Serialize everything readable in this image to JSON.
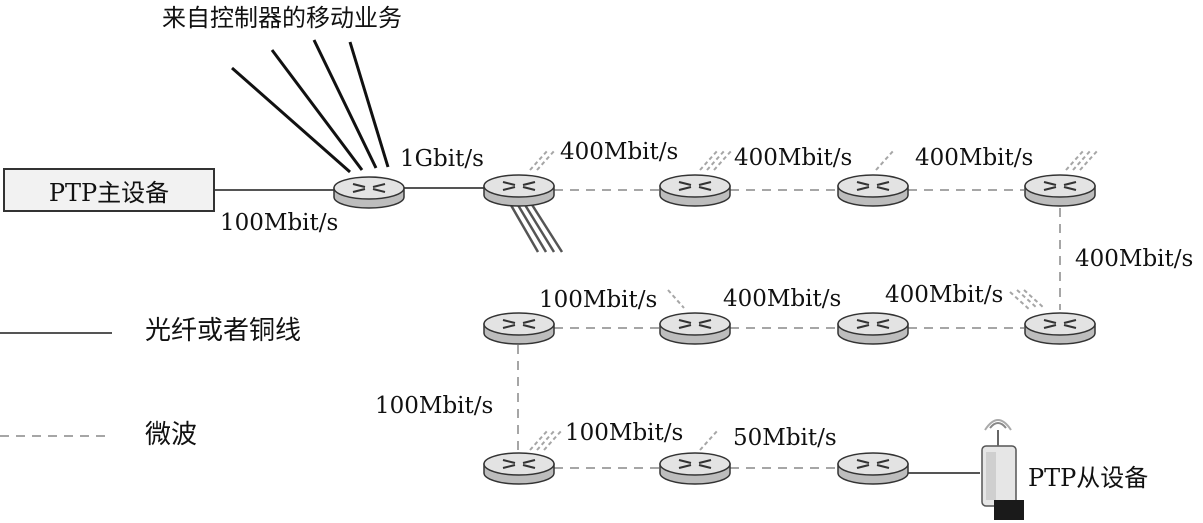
{
  "diagram": {
    "header_label": "来自控制器的移动业务",
    "master_device": "PTP主设备",
    "slave_device": "PTP从设备",
    "links": {
      "l_100_master": "100Mbit/s",
      "l_1g": "1Gbit/s",
      "l_400_a": "400Mbit/s",
      "l_400_b": "400Mbit/s",
      "l_400_c": "400Mbit/s",
      "l_400_vert": "400Mbit/s",
      "l_100_row2": "100Mbit/s",
      "l_400_row2a": "400Mbit/s",
      "l_400_row2b": "400Mbit/s",
      "l_100_vert": "100Mbit/s",
      "l_100_row3": "100Mbit/s",
      "l_50_row3": "50Mbit/s"
    },
    "legend": {
      "solid_label": "光纤或者铜线",
      "dashed_label": "微波"
    },
    "colors": {
      "router_fill": "#bdbdbd",
      "router_top": "#e3e3e3",
      "solid_line": "#555555",
      "dashed_line": "#a6a6a6"
    }
  }
}
